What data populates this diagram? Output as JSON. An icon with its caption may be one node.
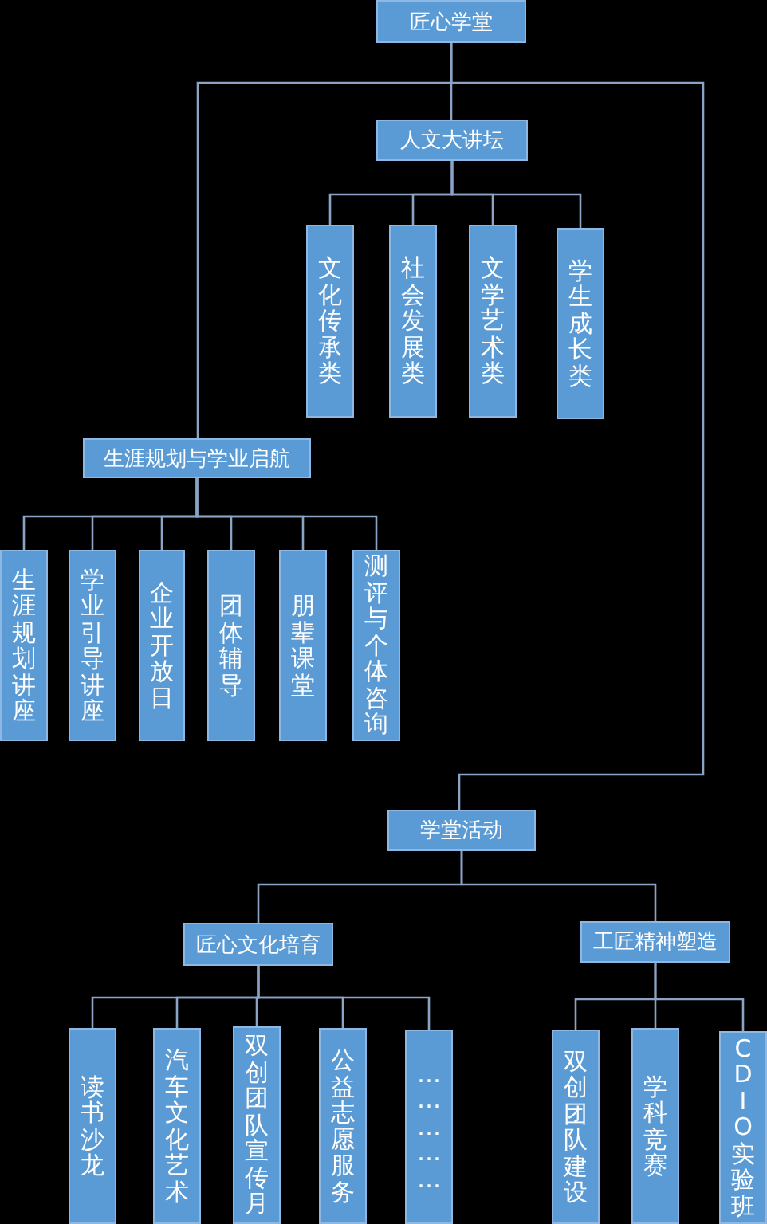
{
  "diagram": {
    "nodes": [
      {
        "text": [
          "匠心学堂"
        ]
      },
      {
        "text": [
          "人文大讲坛"
        ]
      },
      {
        "text": [
          "文化传承类"
        ]
      },
      {
        "text": [
          "社会发展类"
        ]
      },
      {
        "text": [
          "文学艺术类"
        ]
      },
      {
        "text": [
          "学生成长类"
        ]
      },
      {
        "text": [
          "生涯规划与学业启航"
        ]
      },
      {
        "text": [
          "生涯规划讲座"
        ]
      },
      {
        "text": [
          "学业引导讲座"
        ]
      },
      {
        "text": [
          "企业开放日"
        ]
      },
      {
        "text": [
          "团体辅导"
        ]
      },
      {
        "text": [
          "朋辈课堂"
        ]
      },
      {
        "text": [
          "测评与个体咨询"
        ]
      },
      {
        "text": [
          "学堂活动"
        ]
      },
      {
        "text": [
          "匠心文化培育"
        ]
      },
      {
        "text": [
          "工匠精神塑造"
        ]
      },
      {
        "text": [
          "读书沙龙"
        ]
      },
      {
        "text": [
          "汽车文化艺术"
        ]
      },
      {
        "text": [
          "双创团队宣传月"
        ]
      },
      {
        "text": [
          "公益志愿服务"
        ]
      },
      {
        "text": [
          "……………"
        ]
      },
      {
        "text": [
          "双创团队建设"
        ]
      },
      {
        "text": [
          "学科竞赛"
        ]
      },
      {
        "text": [
          "CDIO实验班"
        ]
      }
    ],
    "edges": [
      {
        "from": 0,
        "to": 1,
        "arrow": "none"
      },
      {
        "from": 0,
        "to": 6,
        "arrow": "none"
      },
      {
        "from": 0,
        "to": 13,
        "arrow": "none"
      },
      {
        "from": 1,
        "to": 2,
        "arrow": "none"
      },
      {
        "from": 1,
        "to": 3,
        "arrow": "none"
      },
      {
        "from": 1,
        "to": 4,
        "arrow": "none"
      },
      {
        "from": 1,
        "to": 5,
        "arrow": "none"
      },
      {
        "from": 6,
        "to": 7,
        "arrow": "none"
      },
      {
        "from": 6,
        "to": 8,
        "arrow": "none"
      },
      {
        "from": 6,
        "to": 9,
        "arrow": "none"
      },
      {
        "from": 6,
        "to": 10,
        "arrow": "none"
      },
      {
        "from": 6,
        "to": 11,
        "arrow": "none"
      },
      {
        "from": 6,
        "to": 12,
        "arrow": "none"
      },
      {
        "from": 13,
        "to": 14,
        "arrow": "none"
      },
      {
        "from": 13,
        "to": 15,
        "arrow": "none"
      },
      {
        "from": 14,
        "to": 16,
        "arrow": "none"
      },
      {
        "from": 14,
        "to": 17,
        "arrow": "none"
      },
      {
        "from": 14,
        "to": 18,
        "arrow": "none"
      },
      {
        "from": 14,
        "to": 19,
        "arrow": "none"
      },
      {
        "from": 14,
        "to": 20,
        "arrow": "none"
      },
      {
        "from": 15,
        "to": 21,
        "arrow": "none"
      },
      {
        "from": 15,
        "to": 22,
        "arrow": "none"
      },
      {
        "from": 15,
        "to": 23,
        "arrow": "none"
      }
    ]
  }
}
